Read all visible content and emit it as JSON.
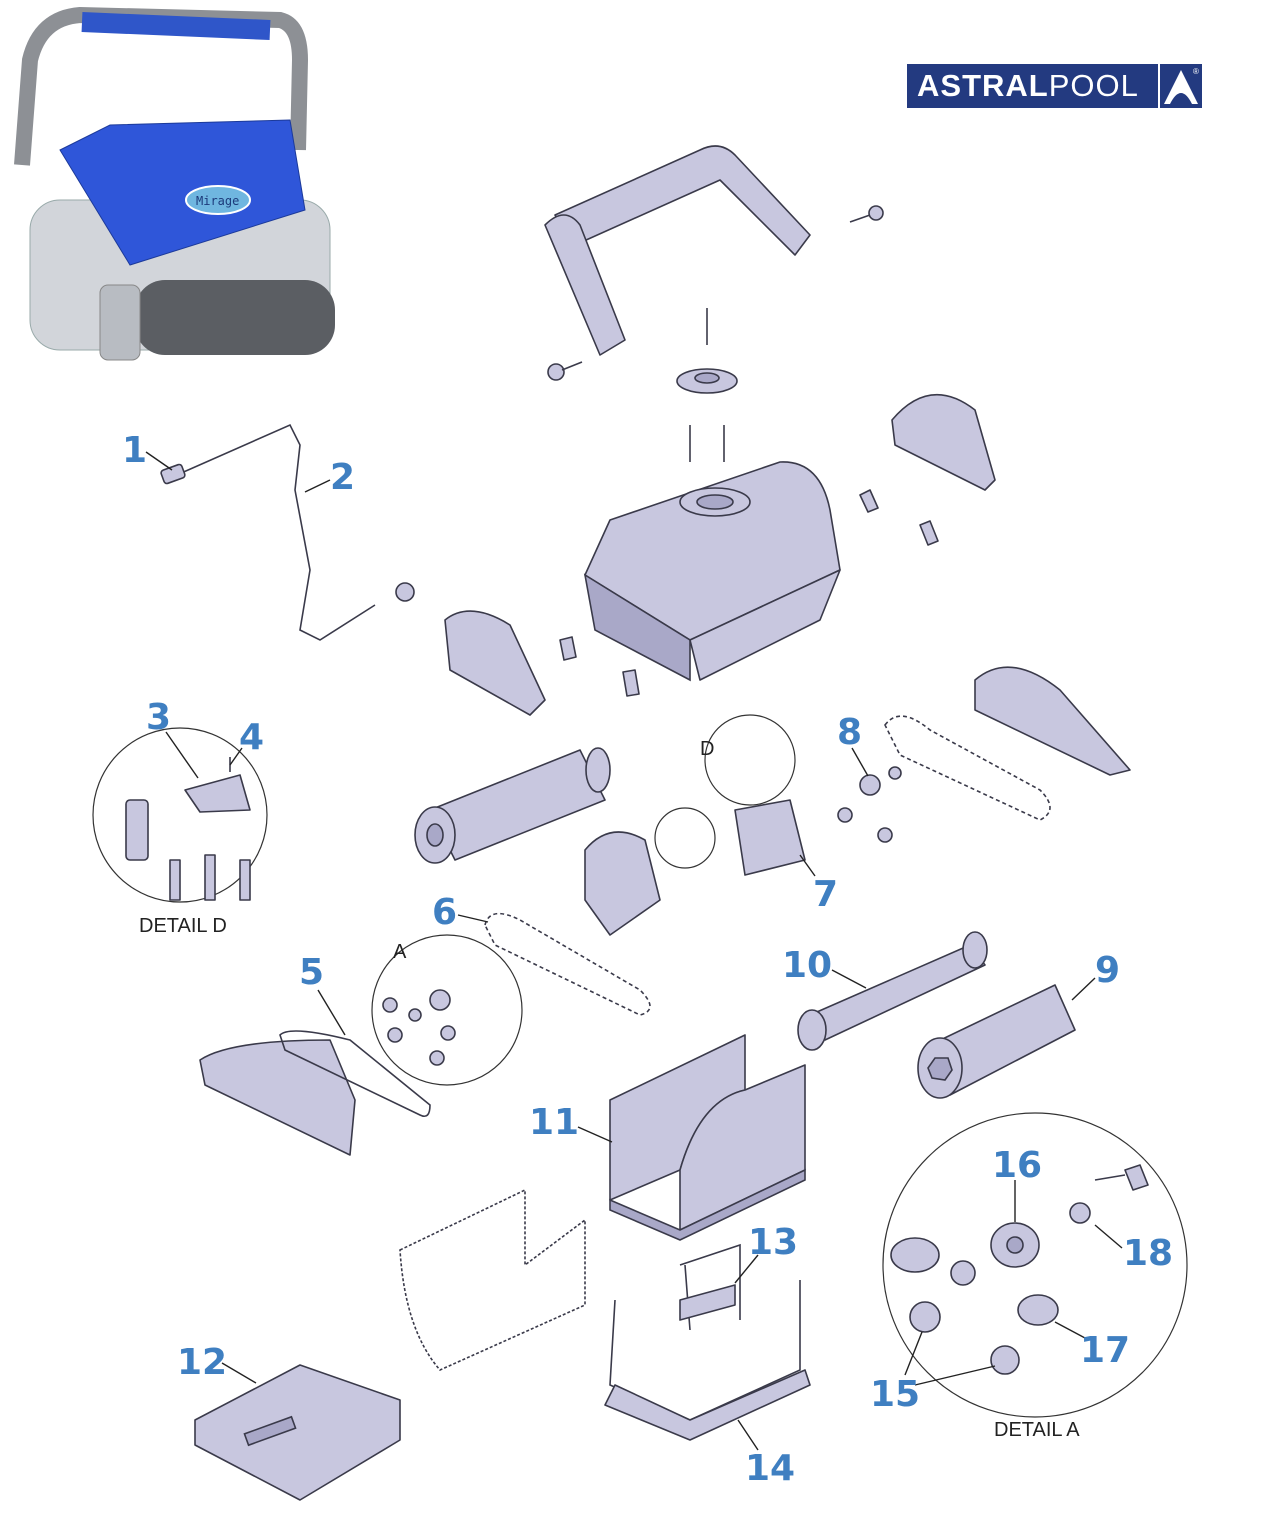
{
  "brand": {
    "logo_bold": "ASTRAL",
    "logo_light": "POOL",
    "registered": "®",
    "color": "#233a80"
  },
  "product_photo": {
    "badge_text": "Mirage"
  },
  "callout_color": "#3f7fc1",
  "callouts": [
    "1",
    "2",
    "3",
    "4",
    "5",
    "6",
    "7",
    "8",
    "9",
    "10",
    "11",
    "12",
    "13",
    "14",
    "15",
    "16",
    "17",
    "18"
  ],
  "details": {
    "detail_d_label": "DETAIL D",
    "detail_a_label": "DETAIL A",
    "marker_a": "A",
    "marker_d": "D"
  }
}
